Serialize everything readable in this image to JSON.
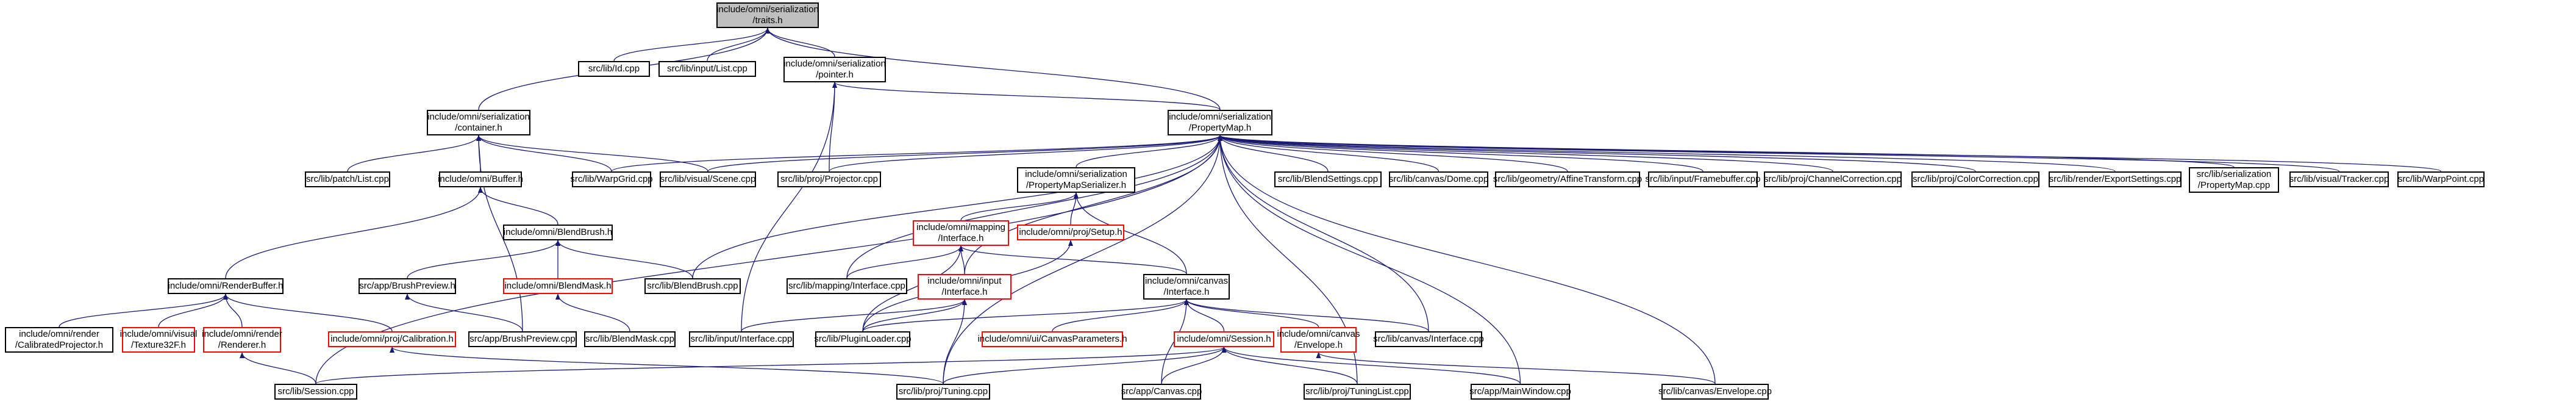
{
  "colors": {
    "edge": "#191970",
    "node_border": "#000000",
    "missing_node_border": "#ff0000",
    "root_fill": "#bfbfbf"
  },
  "nodes": [
    {
      "id": "traits",
      "lines": [
        "include/omni/serialization",
        "/traits.h"
      ],
      "style": "root"
    },
    {
      "id": "id_cpp",
      "lines": [
        "src/lib/Id.cpp"
      ]
    },
    {
      "id": "input_list_cpp",
      "lines": [
        "src/lib/input/List.cpp"
      ]
    },
    {
      "id": "pointer_h",
      "lines": [
        "include/omni/serialization",
        "/pointer.h"
      ]
    },
    {
      "id": "container_h",
      "lines": [
        "include/omni/serialization",
        "/container.h"
      ]
    },
    {
      "id": "propertymap_h",
      "lines": [
        "include/omni/serialization",
        "/PropertyMap.h"
      ]
    },
    {
      "id": "patch_list_cpp",
      "lines": [
        "src/lib/patch/List.cpp"
      ]
    },
    {
      "id": "buffer_h",
      "lines": [
        "include/omni/Buffer.h"
      ]
    },
    {
      "id": "warpgrid_cpp",
      "lines": [
        "src/lib/WarpGrid.cpp"
      ]
    },
    {
      "id": "scene_cpp",
      "lines": [
        "src/lib/visual/Scene.cpp"
      ]
    },
    {
      "id": "projector_cpp",
      "lines": [
        "src/lib/proj/Projector.cpp"
      ]
    },
    {
      "id": "pmserializer_h",
      "lines": [
        "include/omni/serialization",
        "/PropertyMapSerializer.h"
      ]
    },
    {
      "id": "blendsettings_cpp",
      "lines": [
        "src/lib/BlendSettings.cpp"
      ]
    },
    {
      "id": "dome_cpp",
      "lines": [
        "src/lib/canvas/Dome.cpp"
      ]
    },
    {
      "id": "affine_cpp",
      "lines": [
        "src/lib/geometry/AffineTransform.cpp"
      ]
    },
    {
      "id": "framebuffer_cpp",
      "lines": [
        "src/lib/input/Framebuffer.cpp"
      ]
    },
    {
      "id": "channelcorr_cpp",
      "lines": [
        "src/lib/proj/ChannelCorrection.cpp"
      ]
    },
    {
      "id": "colorcorr_cpp",
      "lines": [
        "src/lib/proj/ColorCorrection.cpp"
      ]
    },
    {
      "id": "exportsettings_cpp",
      "lines": [
        "src/lib/render/ExportSettings.cpp"
      ]
    },
    {
      "id": "ser_propertymap_cpp",
      "lines": [
        "src/lib/serialization",
        "/PropertyMap.cpp"
      ]
    },
    {
      "id": "tracker_cpp",
      "lines": [
        "src/lib/visual/Tracker.cpp"
      ]
    },
    {
      "id": "warppoint_cpp",
      "lines": [
        "src/lib/WarpPoint.cpp"
      ]
    },
    {
      "id": "mapping_interface_h",
      "lines": [
        "include/omni/mapping",
        "/Interface.h"
      ],
      "style": "red"
    },
    {
      "id": "setup_h",
      "lines": [
        "include/omni/proj/Setup.h"
      ],
      "style": "red"
    },
    {
      "id": "blendbrush_h",
      "lines": [
        "include/omni/BlendBrush.h"
      ]
    },
    {
      "id": "renderbuffer_h",
      "lines": [
        "include/omni/RenderBuffer.h"
      ]
    },
    {
      "id": "brushpreview_h",
      "lines": [
        "src/app/BrushPreview.h"
      ]
    },
    {
      "id": "blendmask_h",
      "lines": [
        "include/omni/BlendMask.h"
      ],
      "style": "red"
    },
    {
      "id": "blendbrush_cpp",
      "lines": [
        "src/lib/BlendBrush.cpp"
      ]
    },
    {
      "id": "mapping_interface_cpp",
      "lines": [
        "src/lib/mapping/Interface.cpp"
      ]
    },
    {
      "id": "input_interface_h",
      "lines": [
        "include/omni/input",
        "/Interface.h"
      ],
      "style": "red"
    },
    {
      "id": "canvas_interface_h",
      "lines": [
        "include/omni/canvas",
        "/Interface.h"
      ]
    },
    {
      "id": "calibratedprojector_h",
      "lines": [
        "include/omni/render",
        "/CalibratedProjector.h"
      ]
    },
    {
      "id": "texture32f_h",
      "lines": [
        "include/omni/visual",
        "/Texture32F.h"
      ],
      "style": "red"
    },
    {
      "id": "renderer_h",
      "lines": [
        "include/omni/render",
        "/Renderer.h"
      ],
      "style": "red"
    },
    {
      "id": "calibration_h",
      "lines": [
        "include/omni/proj/Calibration.h"
      ],
      "style": "red"
    },
    {
      "id": "brushpreview_cpp",
      "lines": [
        "src/app/BrushPreview.cpp"
      ]
    },
    {
      "id": "blendmask_cpp",
      "lines": [
        "src/lib/BlendMask.cpp"
      ]
    },
    {
      "id": "input_interface_cpp",
      "lines": [
        "src/lib/input/Interface.cpp"
      ]
    },
    {
      "id": "pluginloader_cpp",
      "lines": [
        "src/lib/PluginLoader.cpp"
      ]
    },
    {
      "id": "canvasparams_h",
      "lines": [
        "include/omni/ui/CanvasParameters.h"
      ],
      "style": "red"
    },
    {
      "id": "session_h",
      "lines": [
        "include/omni/Session.h"
      ],
      "style": "red"
    },
    {
      "id": "envelope_h",
      "lines": [
        "include/omni/canvas",
        "/Envelope.h"
      ],
      "style": "red"
    },
    {
      "id": "canvas_interface_cpp",
      "lines": [
        "src/lib/canvas/Interface.cpp"
      ]
    },
    {
      "id": "session_cpp",
      "lines": [
        "src/lib/Session.cpp"
      ]
    },
    {
      "id": "tuning_cpp",
      "lines": [
        "src/lib/proj/Tuning.cpp"
      ]
    },
    {
      "id": "app_canvas_cpp",
      "lines": [
        "src/app/Canvas.cpp"
      ]
    },
    {
      "id": "tuninglist_cpp",
      "lines": [
        "src/lib/proj/TuningList.cpp"
      ]
    },
    {
      "id": "mainwindow_cpp",
      "lines": [
        "src/app/MainWindow.cpp"
      ]
    },
    {
      "id": "envelope_cpp",
      "lines": [
        "src/lib/canvas/Envelope.cpp"
      ]
    }
  ]
}
